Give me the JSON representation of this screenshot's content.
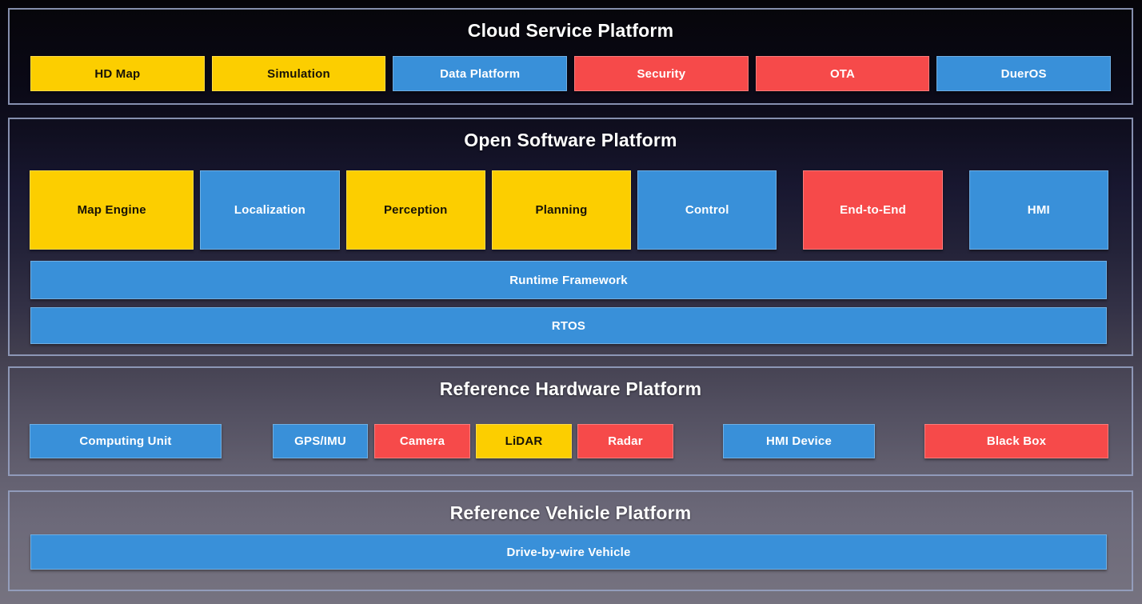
{
  "palette": {
    "yellow": "#FCCE00",
    "blue": "#3990D9",
    "red": "#F64A4A",
    "section_border": "#97A3C4",
    "title_text": "#FFFFFF",
    "background_top": "#060509",
    "background_bottom": "#767380"
  },
  "sections": {
    "cloud": {
      "title": "Cloud Service Platform",
      "items": [
        {
          "label": "HD Map",
          "color": "yellow"
        },
        {
          "label": "Simulation",
          "color": "yellow"
        },
        {
          "label": "Data Platform",
          "color": "blue"
        },
        {
          "label": "Security",
          "color": "red"
        },
        {
          "label": "OTA",
          "color": "red"
        },
        {
          "label": "DuerOS",
          "color": "blue"
        }
      ]
    },
    "software": {
      "title": "Open Software Platform",
      "modules": [
        {
          "label": "Map Engine",
          "color": "yellow"
        },
        {
          "label": "Localization",
          "color": "blue"
        },
        {
          "label": "Perception",
          "color": "yellow"
        },
        {
          "label": "Planning",
          "color": "yellow"
        },
        {
          "label": "Control",
          "color": "blue"
        },
        {
          "label": "End-to-End",
          "color": "red"
        },
        {
          "label": "HMI",
          "color": "blue"
        }
      ],
      "bars": [
        {
          "label": "Runtime Framework",
          "color": "blue"
        },
        {
          "label": "RTOS",
          "color": "blue"
        }
      ]
    },
    "hardware": {
      "title": "Reference Hardware Platform",
      "items": [
        {
          "label": "Computing Unit",
          "color": "blue"
        },
        {
          "label": "GPS/IMU",
          "color": "blue"
        },
        {
          "label": "Camera",
          "color": "red"
        },
        {
          "label": "LiDAR",
          "color": "yellow"
        },
        {
          "label": "Radar",
          "color": "red"
        },
        {
          "label": "HMI Device",
          "color": "blue"
        },
        {
          "label": "Black Box",
          "color": "red"
        }
      ]
    },
    "vehicle": {
      "title": "Reference Vehicle Platform",
      "bar": {
        "label": "Drive-by-wire Vehicle",
        "color": "blue"
      }
    }
  }
}
